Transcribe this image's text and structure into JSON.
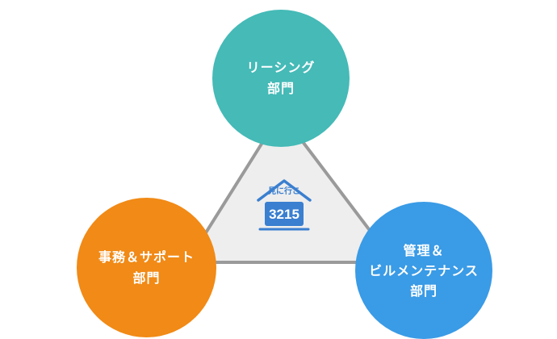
{
  "nodes": {
    "top": {
      "lines": [
        "リーシング",
        "部門"
      ],
      "color": "#45bab7"
    },
    "left": {
      "lines": [
        "事務＆サポート",
        "部門"
      ],
      "color": "#f18a16"
    },
    "right": {
      "lines": [
        "管理＆",
        "ビルメンテナンス",
        "部門"
      ],
      "color": "#3a9be6"
    }
  },
  "center": {
    "fill": "#eeeeee",
    "stroke": "#9a9a9a"
  },
  "logo": {
    "text": "見に行こ",
    "number": "3215",
    "color": "#3a7fd0"
  }
}
